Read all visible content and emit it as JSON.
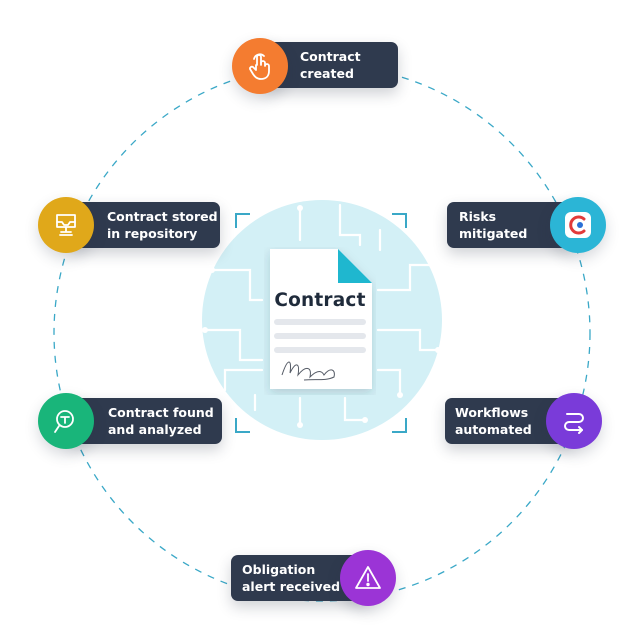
{
  "diagram": {
    "center": {
      "title": "Contract"
    },
    "steps": [
      {
        "id": "created",
        "lines": [
          "Contract",
          "created"
        ],
        "icon": "hand-pointer-icon",
        "color": "#f47c30"
      },
      {
        "id": "risks",
        "lines": [
          "Risks",
          "mitigated"
        ],
        "icon": "risk-shield-icon",
        "color": "#2bb5d6"
      },
      {
        "id": "workflows",
        "lines": [
          "Workflows",
          "automated"
        ],
        "icon": "workflow-path-icon",
        "color": "#7a3bd9"
      },
      {
        "id": "obligation",
        "lines": [
          "Obligation",
          "alert received"
        ],
        "icon": "warning-icon",
        "color": "#9b34d6"
      },
      {
        "id": "found",
        "lines": [
          "Contract found",
          "and analyzed"
        ],
        "icon": "search-icon",
        "color": "#19b57a"
      },
      {
        "id": "stored",
        "lines": [
          "Contract stored",
          "in repository"
        ],
        "icon": "repository-icon",
        "color": "#e0a81a"
      }
    ]
  },
  "colors": {
    "pill": "#2f3a4e",
    "ring": "#3aa8c7",
    "circle": "#d3f0f6"
  }
}
